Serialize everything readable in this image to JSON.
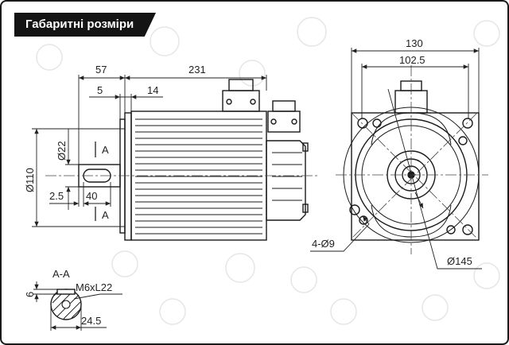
{
  "title": "Габаритні розміри",
  "labels": {
    "d57": "57",
    "d231": "231",
    "d5": "5",
    "d14": "14",
    "d22": "Ø22",
    "d110": "Ø110",
    "d25": "2.5",
    "d40": "40",
    "secA_top": "A",
    "secA_bot": "A",
    "d130": "130",
    "d1025": "102.5",
    "holes": "4-Ø9",
    "d145": "Ø145",
    "aa": "A-A",
    "m6": "M6xL22",
    "d6": "6",
    "d245": "24.5"
  }
}
